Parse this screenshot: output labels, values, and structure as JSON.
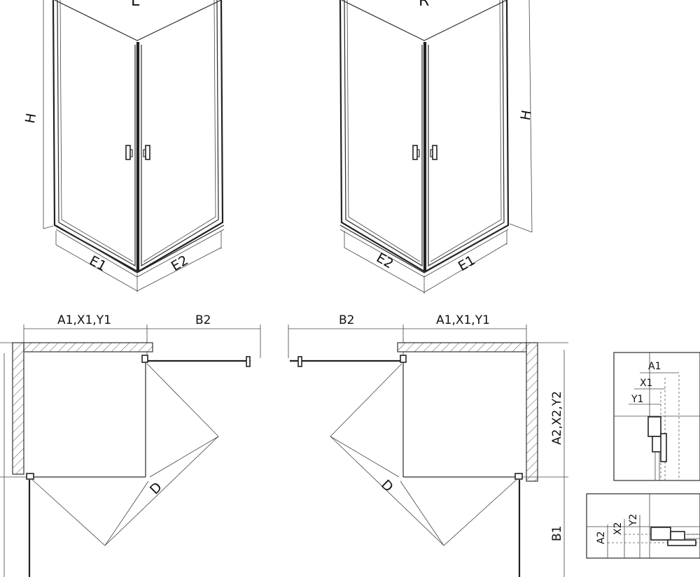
{
  "views": {
    "left_title": "L",
    "right_title": "R"
  },
  "labels": {
    "H": "H",
    "E1": "E1",
    "E2": "E2",
    "A1X1Y1": "A1,X1,Y1",
    "B2": "B2",
    "A2X2Y2": "A2,X2,Y2",
    "B1": "B1",
    "D": "D",
    "A1": "A1",
    "X1": "X1",
    "Y1": "Y1",
    "A2": "A2",
    "X2": "X2",
    "Y2": "Y2"
  }
}
